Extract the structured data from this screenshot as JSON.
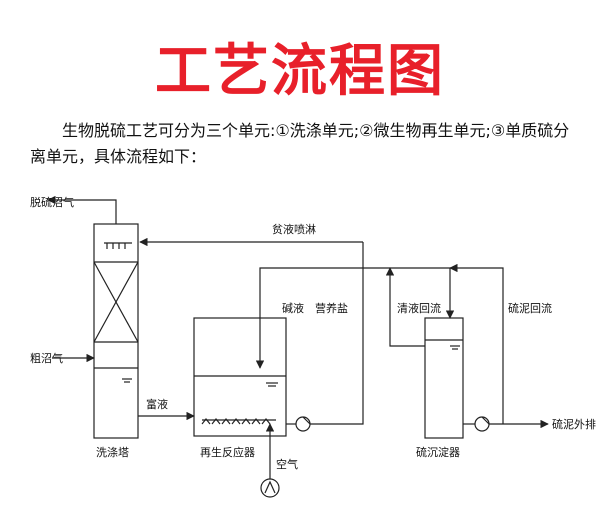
{
  "header": {
    "title": "工艺流程图",
    "intro": "生物脱硫工艺可分为三个单元:①洗涤单元;②微生物再生单元;③单质硫分离单元，具体流程如下："
  },
  "diagram": {
    "labels": {
      "desulfurized_gas": "脱硫沼气",
      "raw_gas": "粗沼气",
      "rich_liquor": "富液",
      "scrubber": "洗涤塔",
      "lean_liquor_spray": "贫液喷淋",
      "alkali": "碱液",
      "nutrient_salt": "营养盐",
      "regeneration_reactor": "再生反应器",
      "air": "空气",
      "clear_liquid_return": "清液回流",
      "sulfur_sludge_return": "硫泥回流",
      "settler": "硫沉淀器",
      "sludge_discharge": "硫泥外排"
    },
    "colors": {
      "title": "#e8202a",
      "line": "#222222"
    }
  }
}
